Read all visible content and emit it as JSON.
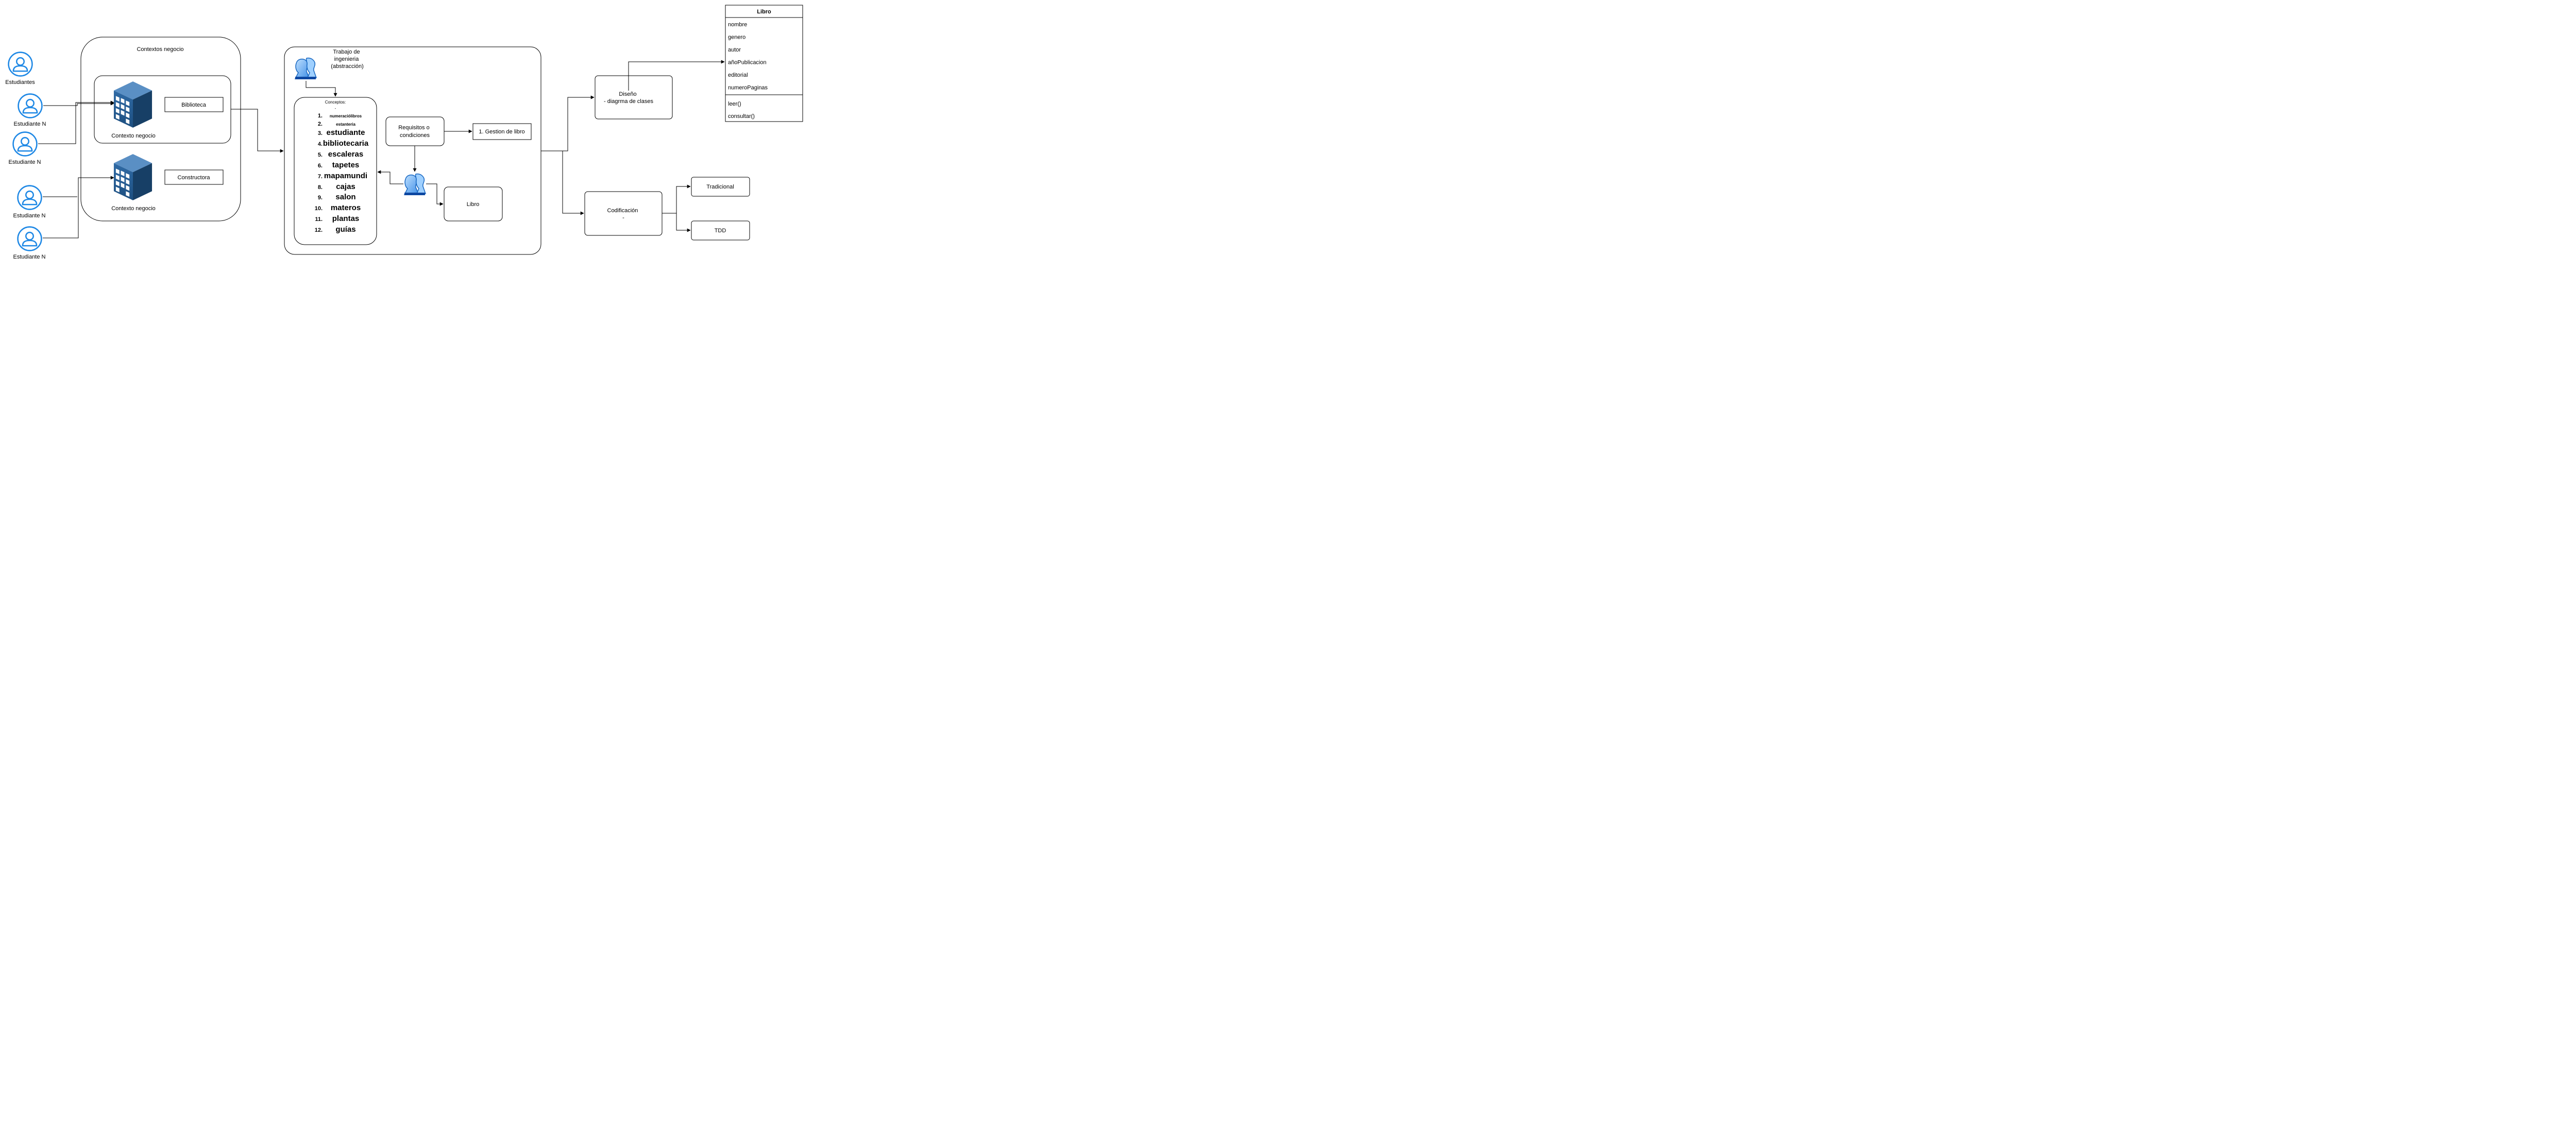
{
  "actors": {
    "a1": "Estudiantes",
    "a2": "Estudiante N",
    "a3": "Estudiante N",
    "a4": "Estudiante N",
    "a5": "Estudiante N"
  },
  "business_contexts": {
    "title": "Contextos negocio",
    "context1_label": "Contexto negocio",
    "context1_name": "Biblioteca",
    "context2_label": "Contexto negocio",
    "context2_name": "Constructora"
  },
  "engineering": {
    "title_line1": "Trabajo de",
    "title_line2": "ingenieria",
    "title_line3": "(abstracción)",
    "concepts_title": "Conceptos:",
    "concepts_dash": "-",
    "concepts": [
      {
        "num": "1.",
        "text": "numeraciólibros"
      },
      {
        "num": "2.",
        "text": "estanteria"
      },
      {
        "num": "3.",
        "text": "estudiante"
      },
      {
        "num": "4.",
        "text": "bibliotecaria"
      },
      {
        "num": "5.",
        "text": "escaleras"
      },
      {
        "num": "6.",
        "text": "tapetes"
      },
      {
        "num": "7.",
        "text": "mapamundi"
      },
      {
        "num": "8.",
        "text": "cajas"
      },
      {
        "num": "9.",
        "text": "salon"
      },
      {
        "num": "10.",
        "text": "materos"
      },
      {
        "num": "11.",
        "text": "plantas"
      },
      {
        "num": "12.",
        "text": "guías"
      }
    ],
    "requirements_line1": "Requisitos o",
    "requirements_line2": "condiciones",
    "gestion": "1. Gestion de libro",
    "libro_box": "Libro"
  },
  "design": {
    "line1": "Diseño",
    "line2": "- diagrma de clases"
  },
  "coding": {
    "line1": "Codificación",
    "line2": "-",
    "tradicional": "Tradicional",
    "tdd": "TDD"
  },
  "uml_class": {
    "name": "Libro",
    "attributes": [
      "nombre",
      "genero",
      "autor",
      "añoPublicacion",
      "editorial",
      "numeroPaginas"
    ],
    "methods": [
      "leer()",
      "consultar()"
    ]
  }
}
